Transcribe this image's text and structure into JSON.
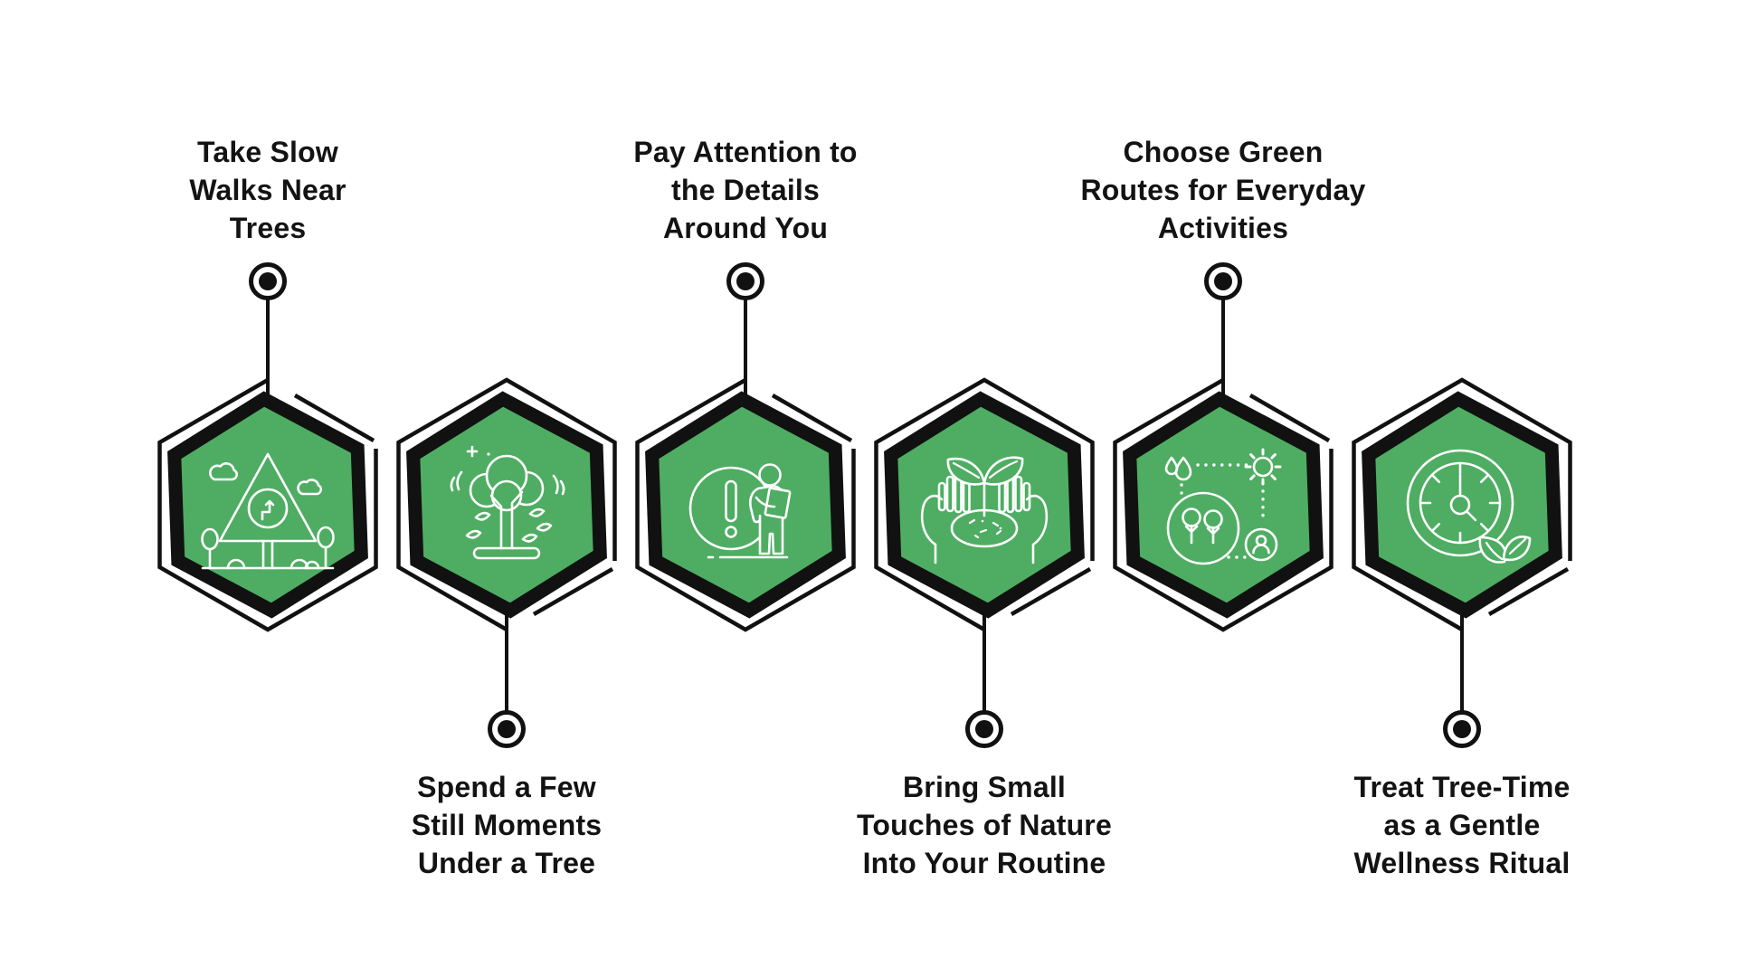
{
  "page": {
    "background": "#ffffff"
  },
  "colors": {
    "green": "#4EAD62",
    "ink": "#111111",
    "icon_stroke": "#ffffff",
    "text": "#131313"
  },
  "steps": [
    {
      "id": 1,
      "position": "top",
      "label": "Take Slow\nWalks Near\nTrees",
      "icon": "trail-sign-icon"
    },
    {
      "id": 2,
      "position": "bottom",
      "label": "Spend a Few\nStill Moments\nUnder a Tree",
      "icon": "windy-tree-icon"
    },
    {
      "id": 3,
      "position": "top",
      "label": "Pay Attention to\nthe Details\nAround You",
      "icon": "attention-observer-icon"
    },
    {
      "id": 4,
      "position": "bottom",
      "label": "Bring Small\nTouches of Nature\nInto Your Routine",
      "icon": "hands-seedling-icon"
    },
    {
      "id": 5,
      "position": "top",
      "label": "Choose Green\nRoutes for Everyday\nActivities",
      "icon": "green-route-cycle-icon"
    },
    {
      "id": 6,
      "position": "bottom",
      "label": "Treat Tree-Time\nas a Gentle\nWellness Ritual",
      "icon": "clock-leaf-icon"
    }
  ]
}
